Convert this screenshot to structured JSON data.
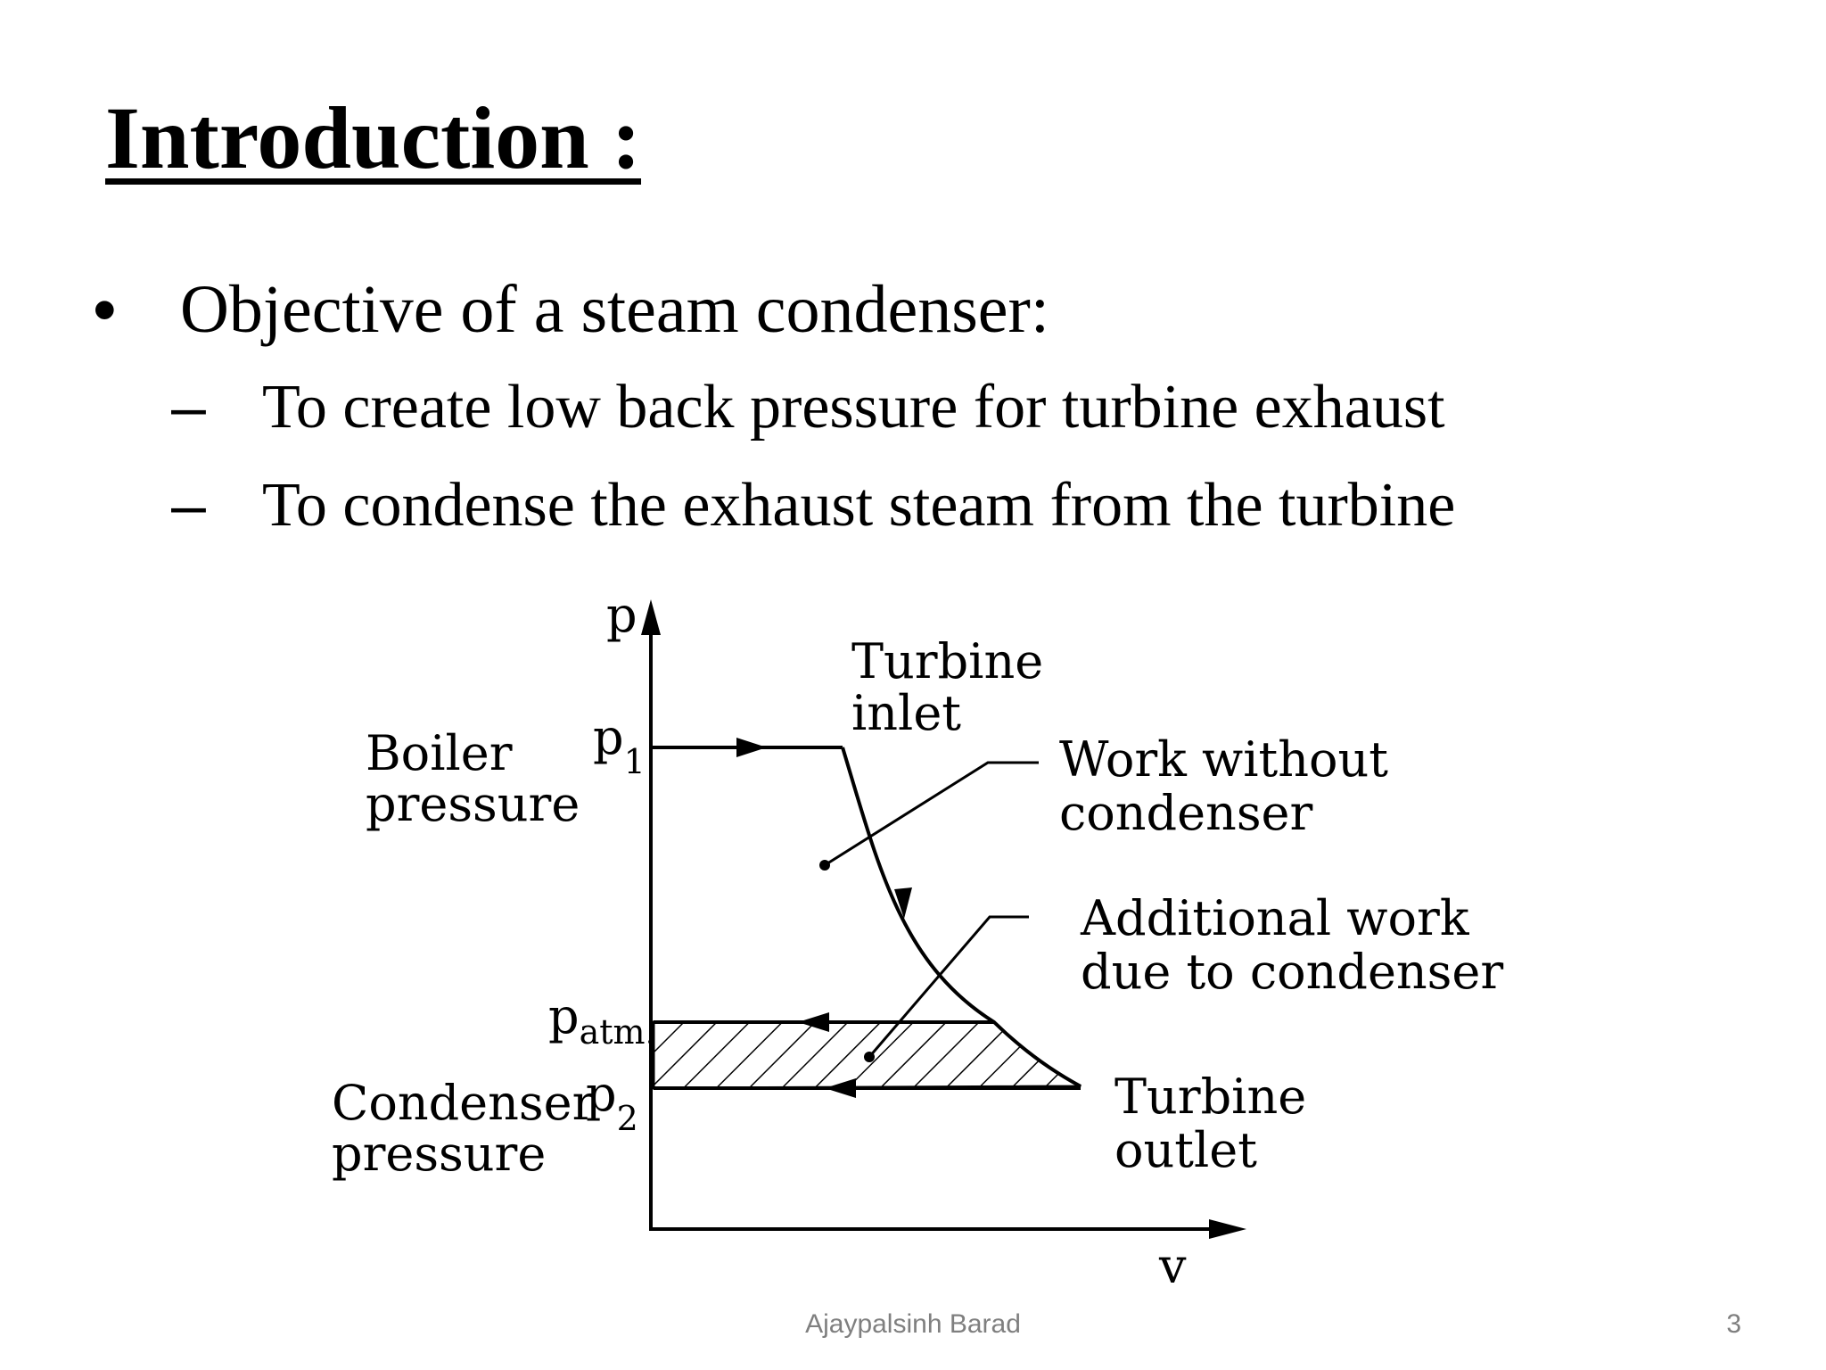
{
  "slide": {
    "title": "Introduction :",
    "bullets": [
      {
        "marker": "•",
        "text": "Objective of a steam condenser:"
      },
      {
        "marker": "–",
        "text": "To create low back pressure for turbine exhaust"
      },
      {
        "marker": "–",
        "text": "To condense the exhaust steam from the turbine"
      }
    ]
  },
  "diagram": {
    "axis_y_label": "p",
    "axis_x_label": "v",
    "p1_label": "p",
    "p1_sub": "1",
    "patm_label": "p",
    "patm_sub": "atm.",
    "p2_label": "p",
    "p2_sub": "2",
    "boiler_pressure_line1": "Boiler",
    "boiler_pressure_line2": "pressure",
    "condenser_pressure_line1": "Condenser",
    "condenser_pressure_line2": "pressure",
    "turbine_inlet_line1": "Turbine",
    "turbine_inlet_line2": "inlet",
    "work_without_line1": "Work without",
    "work_without_line2": "condenser",
    "additional_work_line1": "Additional work",
    "additional_work_line2": "due to condenser",
    "turbine_outlet_line1": "Turbine",
    "turbine_outlet_line2": "outlet"
  },
  "footer": {
    "author": "Ajaypalsinh Barad",
    "page_number": "3"
  }
}
